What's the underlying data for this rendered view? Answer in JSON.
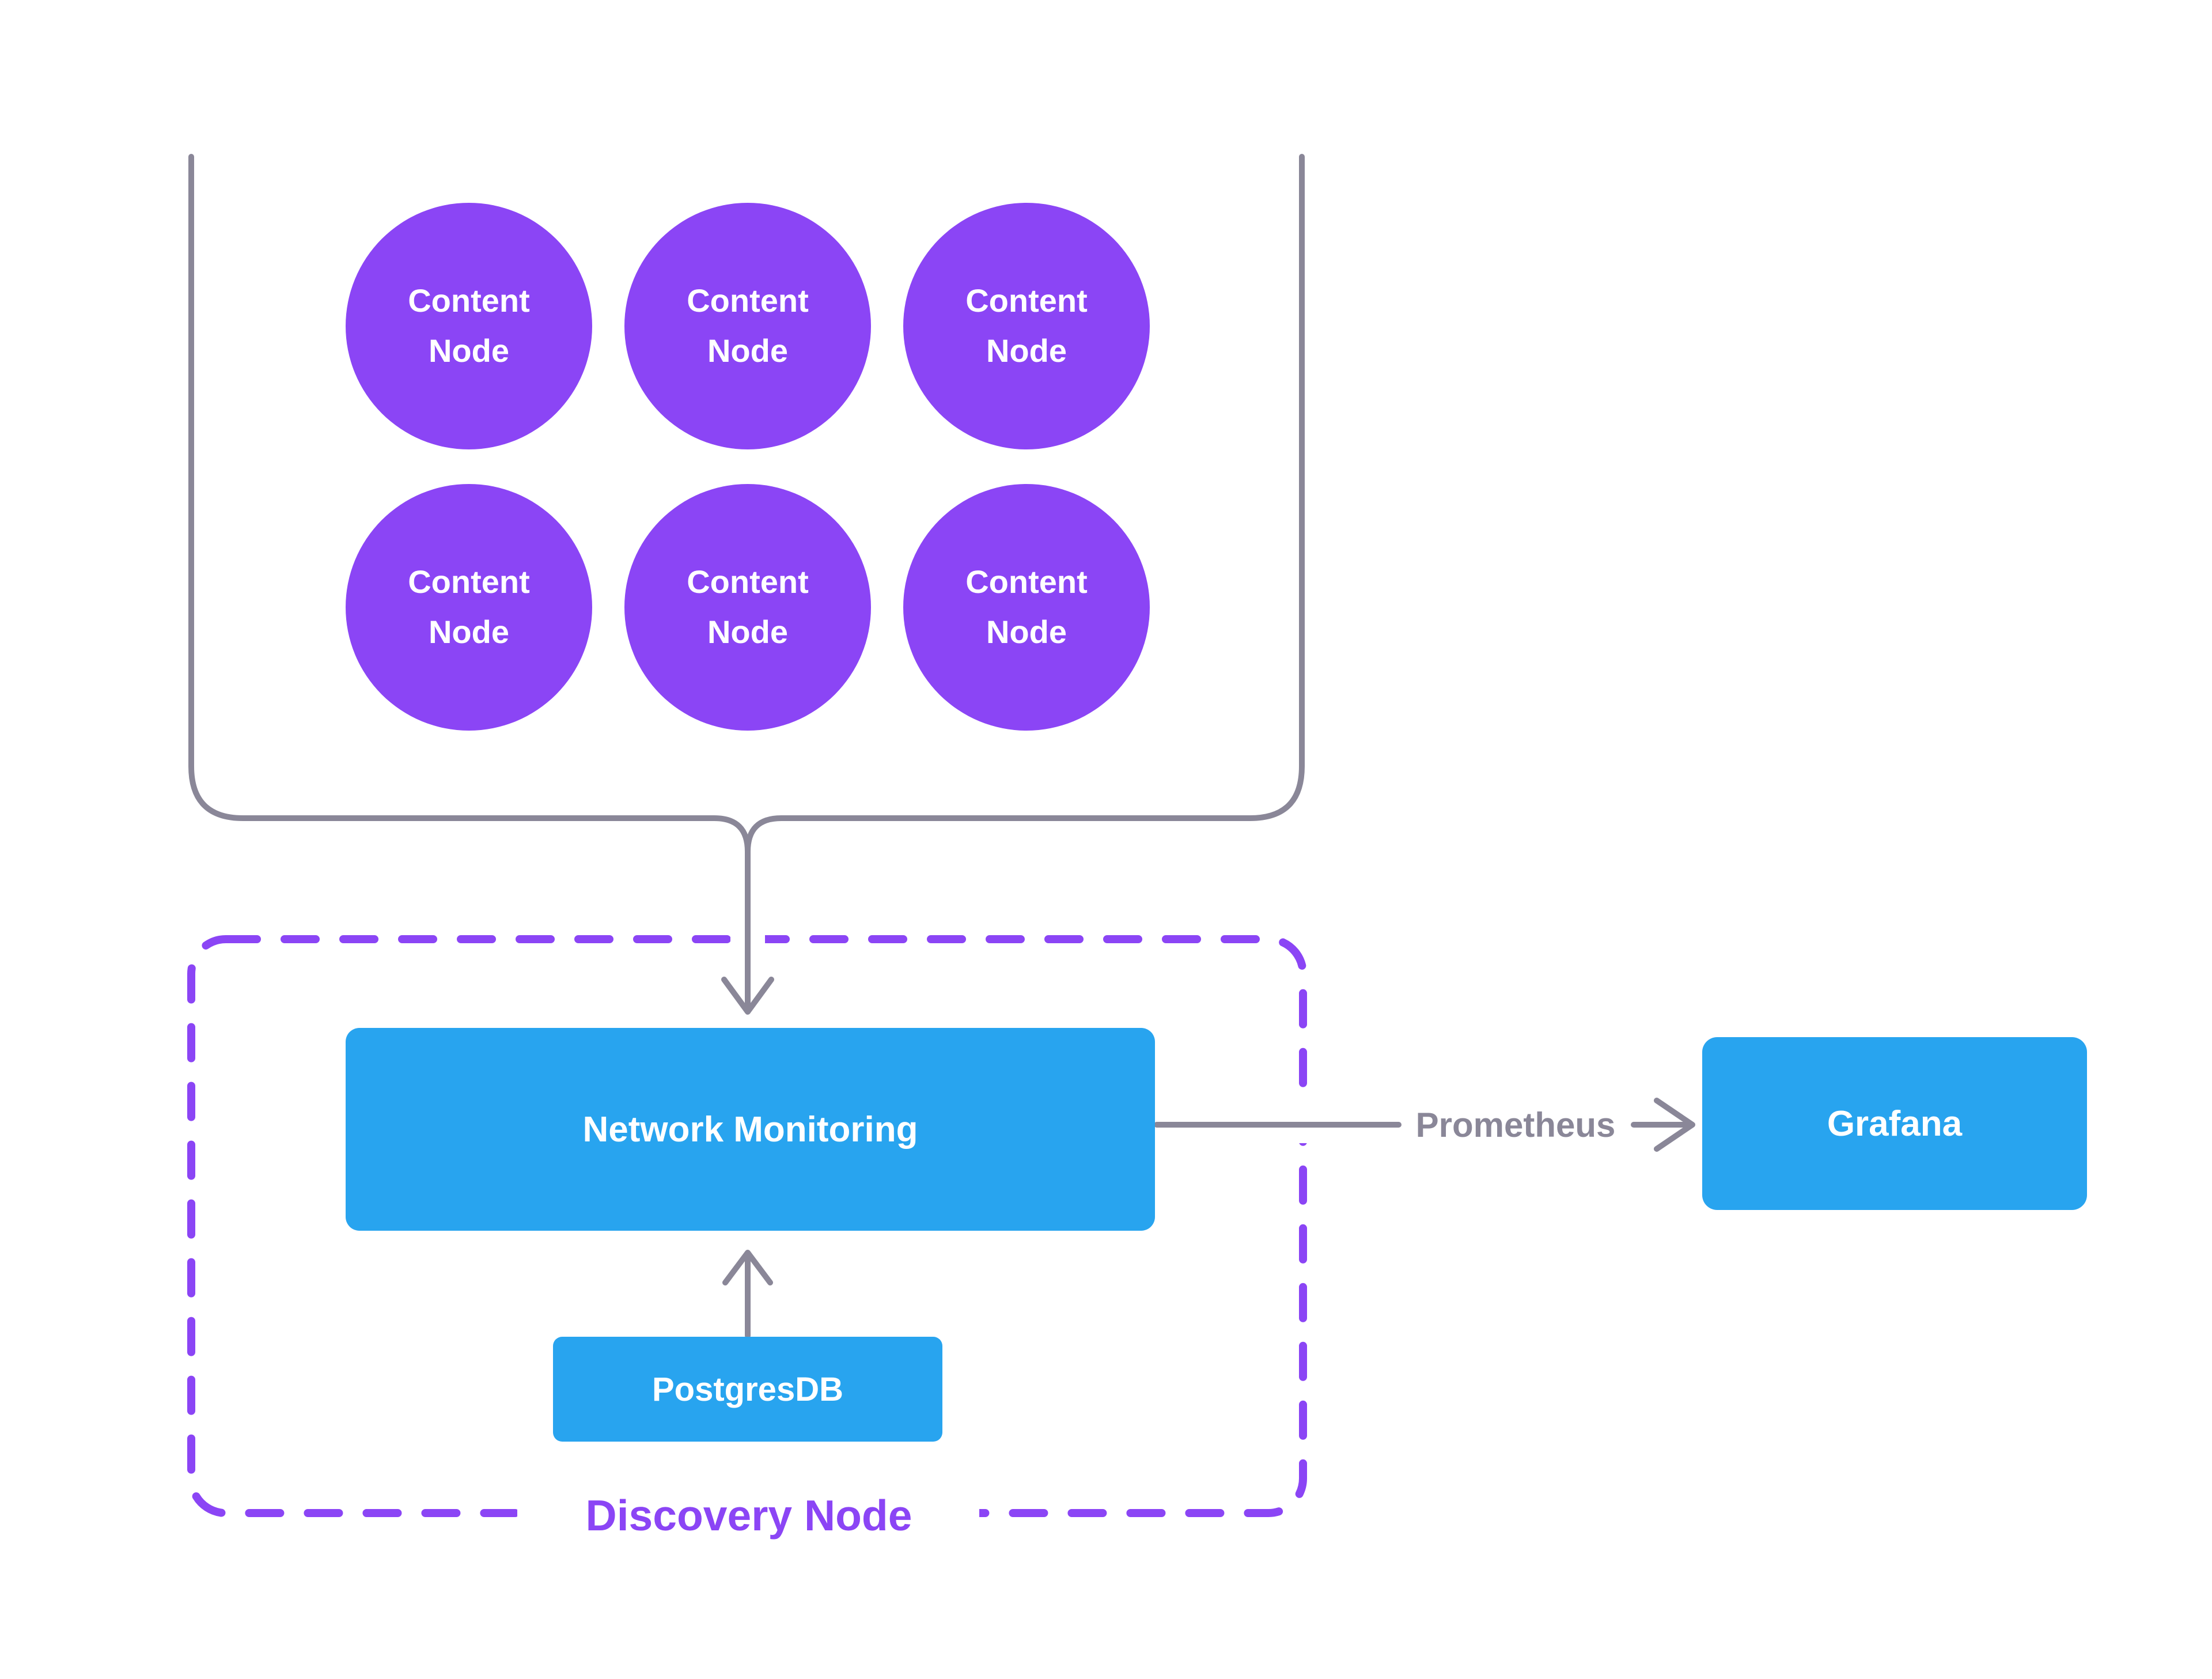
{
  "cluster": {
    "nodes": [
      {
        "label": "Content\nNode"
      },
      {
        "label": "Content\nNode"
      },
      {
        "label": "Content\nNode"
      },
      {
        "label": "Content\nNode"
      },
      {
        "label": "Content\nNode"
      },
      {
        "label": "Content\nNode"
      }
    ]
  },
  "discovery": {
    "label": "Discovery Node",
    "network_monitoring": "Network Monitoring",
    "postgres": "PostgresDB"
  },
  "monitoring_flow": {
    "edge_label": "Prometheus",
    "target": "Grafana"
  },
  "colors": {
    "node_purple": "#8B45F5",
    "boundary_dash_purple": "#8B45F5",
    "box_blue": "#28A4EF",
    "connector_gray": "#8A8798",
    "label_white": "#FFFFFF"
  }
}
